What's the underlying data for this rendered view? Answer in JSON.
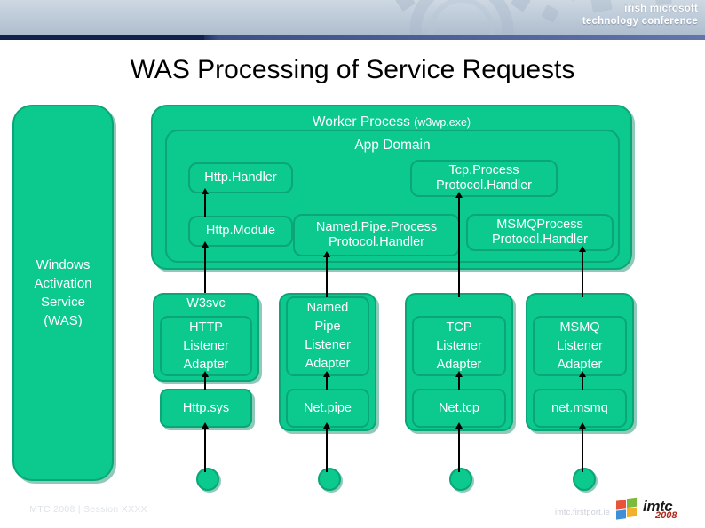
{
  "header": {
    "conference_line1": "irish microsoft",
    "conference_line2": "technology conference"
  },
  "slide": {
    "title": "WAS Processing of Service Requests"
  },
  "diagram": {
    "was_box": "Windows\nActivation\nService\n(WAS)",
    "worker_process": {
      "label": "Worker Process",
      "sublabel": "(w3wp.exe)"
    },
    "app_domain": "App Domain",
    "handlers": {
      "http_handler": "Http.Handler",
      "tcp_process_protocol_handler": "Tcp.Process\nProtocol.Handler",
      "http_module": "Http.Module",
      "named_pipe_process_protocol_handler": "Named.Pipe.Process\nProtocol.Handler",
      "msmq_process_protocol_handler": "MSMQProcess\nProtocol.Handler"
    },
    "columns": [
      {
        "group_label": "W3svc",
        "adapter": "HTTP\nListener\nAdapter",
        "leaf": "Http.sys"
      },
      {
        "group_label": "",
        "adapter": "Named\nPipe\nListener\nAdapter",
        "leaf": "Net.pipe"
      },
      {
        "group_label": "",
        "adapter": "TCP\nListener\nAdapter",
        "leaf": "Net.tcp"
      },
      {
        "group_label": "",
        "adapter": "MSMQ\nListener\nAdapter",
        "leaf": "net.msmq"
      }
    ]
  },
  "footer": {
    "session": "IMTC 2008 | Session XXXX",
    "url": "imtc.firstport.ie",
    "logo_word": "imtc",
    "logo_year": "2008"
  },
  "colors": {
    "box_fill": "#0cc98e",
    "box_border": "#0aa578",
    "banner_top": "#cdd8e2",
    "rule": "#1e2f63",
    "title_text": "#000000"
  }
}
